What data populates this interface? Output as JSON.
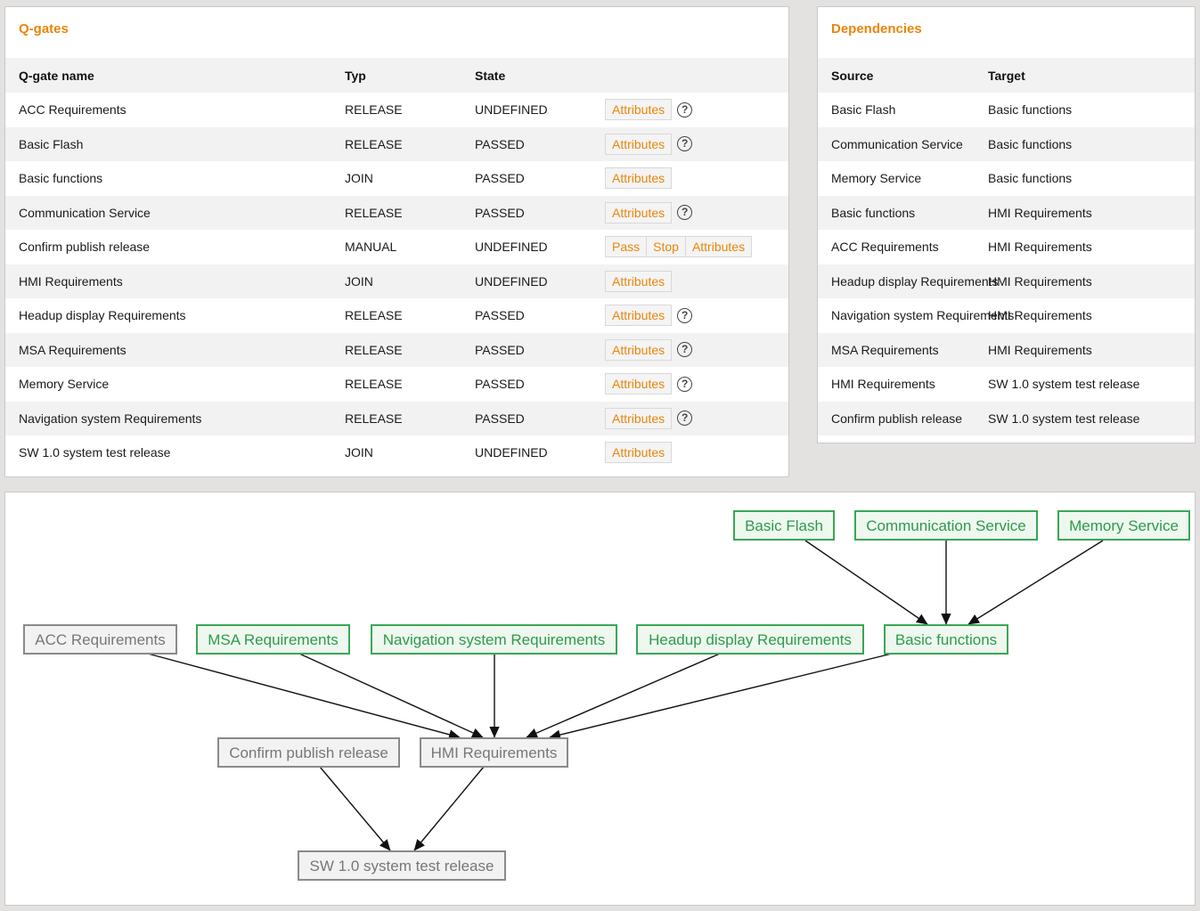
{
  "qgates": {
    "title": "Q-gates",
    "columns": {
      "name": "Q-gate name",
      "type": "Typ",
      "state": "State"
    },
    "attributes_label": "Attributes",
    "pass_label": "Pass",
    "stop_label": "Stop",
    "help_symbol": "?",
    "rows": [
      {
        "name": "ACC Requirements",
        "type": "RELEASE",
        "state": "UNDEFINED",
        "help": true,
        "manual": false
      },
      {
        "name": "Basic Flash",
        "type": "RELEASE",
        "state": "PASSED",
        "help": true,
        "manual": false
      },
      {
        "name": "Basic functions",
        "type": "JOIN",
        "state": "PASSED",
        "help": false,
        "manual": false
      },
      {
        "name": "Communication Service",
        "type": "RELEASE",
        "state": "PASSED",
        "help": true,
        "manual": false
      },
      {
        "name": "Confirm publish release",
        "type": "MANUAL",
        "state": "UNDEFINED",
        "help": false,
        "manual": true
      },
      {
        "name": "HMI Requirements",
        "type": "JOIN",
        "state": "UNDEFINED",
        "help": false,
        "manual": false
      },
      {
        "name": "Headup display Requirements",
        "type": "RELEASE",
        "state": "PASSED",
        "help": true,
        "manual": false
      },
      {
        "name": "MSA Requirements",
        "type": "RELEASE",
        "state": "PASSED",
        "help": true,
        "manual": false
      },
      {
        "name": "Memory Service",
        "type": "RELEASE",
        "state": "PASSED",
        "help": true,
        "manual": false
      },
      {
        "name": "Navigation system Requirements",
        "type": "RELEASE",
        "state": "PASSED",
        "help": true,
        "manual": false
      },
      {
        "name": "SW 1.0 system test release",
        "type": "JOIN",
        "state": "UNDEFINED",
        "help": false,
        "manual": false
      }
    ]
  },
  "dependencies": {
    "title": "Dependencies",
    "columns": {
      "source": "Source",
      "target": "Target"
    },
    "rows": [
      {
        "source": "Basic Flash",
        "target": "Basic functions"
      },
      {
        "source": "Communication Service",
        "target": "Basic functions"
      },
      {
        "source": "Memory Service",
        "target": "Basic functions"
      },
      {
        "source": "Basic functions",
        "target": "HMI Requirements"
      },
      {
        "source": "ACC Requirements",
        "target": "HMI Requirements"
      },
      {
        "source": "Headup display Requirements",
        "target": "HMI Requirements"
      },
      {
        "source": "Navigation system Requirements",
        "target": "HMI Requirements"
      },
      {
        "source": "MSA Requirements",
        "target": "HMI Requirements"
      },
      {
        "source": "HMI Requirements",
        "target": "SW 1.0 system test release"
      },
      {
        "source": "Confirm publish release",
        "target": "SW 1.0 system test release"
      }
    ]
  },
  "graph": {
    "colors": {
      "passed_border": "#3aa657",
      "passed_text": "#2e9a4c",
      "undefined_border": "#8a8a8a",
      "undefined_text": "#777777"
    },
    "nodes": [
      {
        "id": "basic-flash",
        "label": "Basic Flash",
        "status": "PASSED"
      },
      {
        "id": "communication-service",
        "label": "Communication Service",
        "status": "PASSED"
      },
      {
        "id": "memory-service",
        "label": "Memory Service",
        "status": "PASSED"
      },
      {
        "id": "acc-requirements",
        "label": "ACC Requirements",
        "status": "UNDEFINED"
      },
      {
        "id": "msa-requirements",
        "label": "MSA Requirements",
        "status": "PASSED"
      },
      {
        "id": "navigation-system-requirements",
        "label": "Navigation system Requirements",
        "status": "PASSED"
      },
      {
        "id": "headup-display-requirements",
        "label": "Headup display Requirements",
        "status": "PASSED"
      },
      {
        "id": "basic-functions",
        "label": "Basic functions",
        "status": "PASSED"
      },
      {
        "id": "confirm-publish-release",
        "label": "Confirm publish release",
        "status": "UNDEFINED"
      },
      {
        "id": "hmi-requirements",
        "label": "HMI Requirements",
        "status": "UNDEFINED"
      },
      {
        "id": "sw-test-release",
        "label": "SW 1.0 system test release",
        "status": "UNDEFINED"
      }
    ],
    "edges": [
      {
        "from": "basic-flash",
        "to": "basic-functions"
      },
      {
        "from": "communication-service",
        "to": "basic-functions"
      },
      {
        "from": "memory-service",
        "to": "basic-functions"
      },
      {
        "from": "acc-requirements",
        "to": "hmi-requirements"
      },
      {
        "from": "msa-requirements",
        "to": "hmi-requirements"
      },
      {
        "from": "navigation-system-requirements",
        "to": "hmi-requirements"
      },
      {
        "from": "headup-display-requirements",
        "to": "hmi-requirements"
      },
      {
        "from": "basic-functions",
        "to": "hmi-requirements"
      },
      {
        "from": "confirm-publish-release",
        "to": "sw-test-release"
      },
      {
        "from": "hmi-requirements",
        "to": "sw-test-release"
      }
    ]
  }
}
